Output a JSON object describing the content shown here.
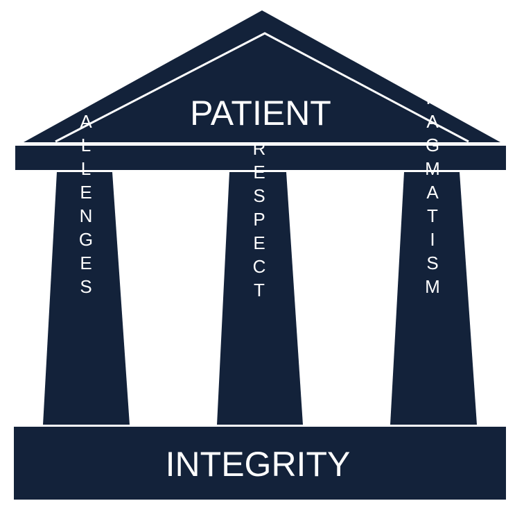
{
  "diagram": {
    "roof_label": "PATIENT",
    "pillars": [
      {
        "label": "CHALLENGES"
      },
      {
        "label": "RESPECT"
      },
      {
        "label": "PRAGMATISM"
      }
    ],
    "base_label": "INTEGRITY"
  },
  "colors": {
    "navy": "#13223a",
    "white": "#ffffff"
  }
}
